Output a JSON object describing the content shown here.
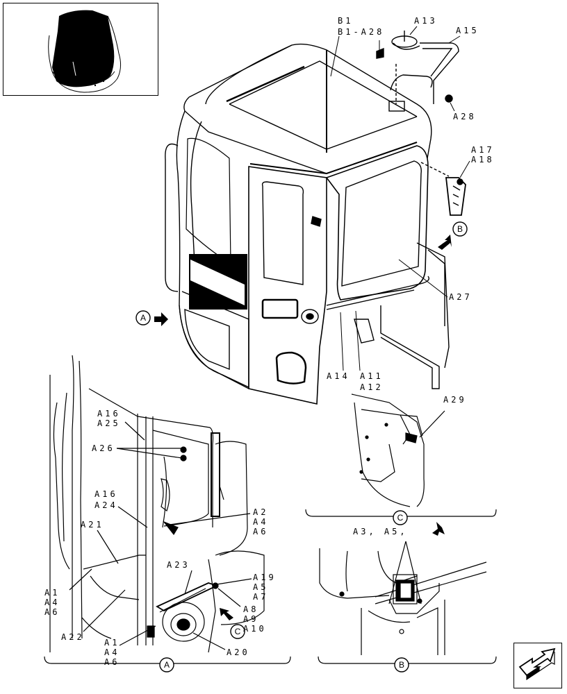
{
  "labels": {
    "b1": "B1",
    "b1a28": "B1-A28",
    "a13": "A13",
    "a15": "A15",
    "a28": "A28",
    "a17": "A17",
    "a18": "A18",
    "a27": "A27",
    "a14": "A14",
    "a11": "A11",
    "a12": "A12",
    "a29": "A29",
    "a16a": "A16",
    "a25": "A25",
    "a26": "A26",
    "a16b": "A16",
    "a24": "A24",
    "a21": "A21",
    "a1a": "A1",
    "a4a": "A4",
    "a6a": "A6",
    "a22": "A22",
    "a23": "A23",
    "a1b": "A1",
    "a4b": "A4",
    "a6b": "A6",
    "a20": "A20",
    "a2": "A2",
    "a4c": "A4",
    "a6c": "A6",
    "a19": "A19",
    "a5": "A5",
    "a7": "A7",
    "a8": "A8",
    "a9": "A9",
    "a10": "A10",
    "a3a5": "A3, A5,"
  },
  "callouts": {
    "view_a": "A",
    "view_b": "B",
    "view_c": "C"
  },
  "icons": {
    "thumbnail": "cab-thumbnail-icon",
    "navigate": "next-page-arrow-icon"
  }
}
